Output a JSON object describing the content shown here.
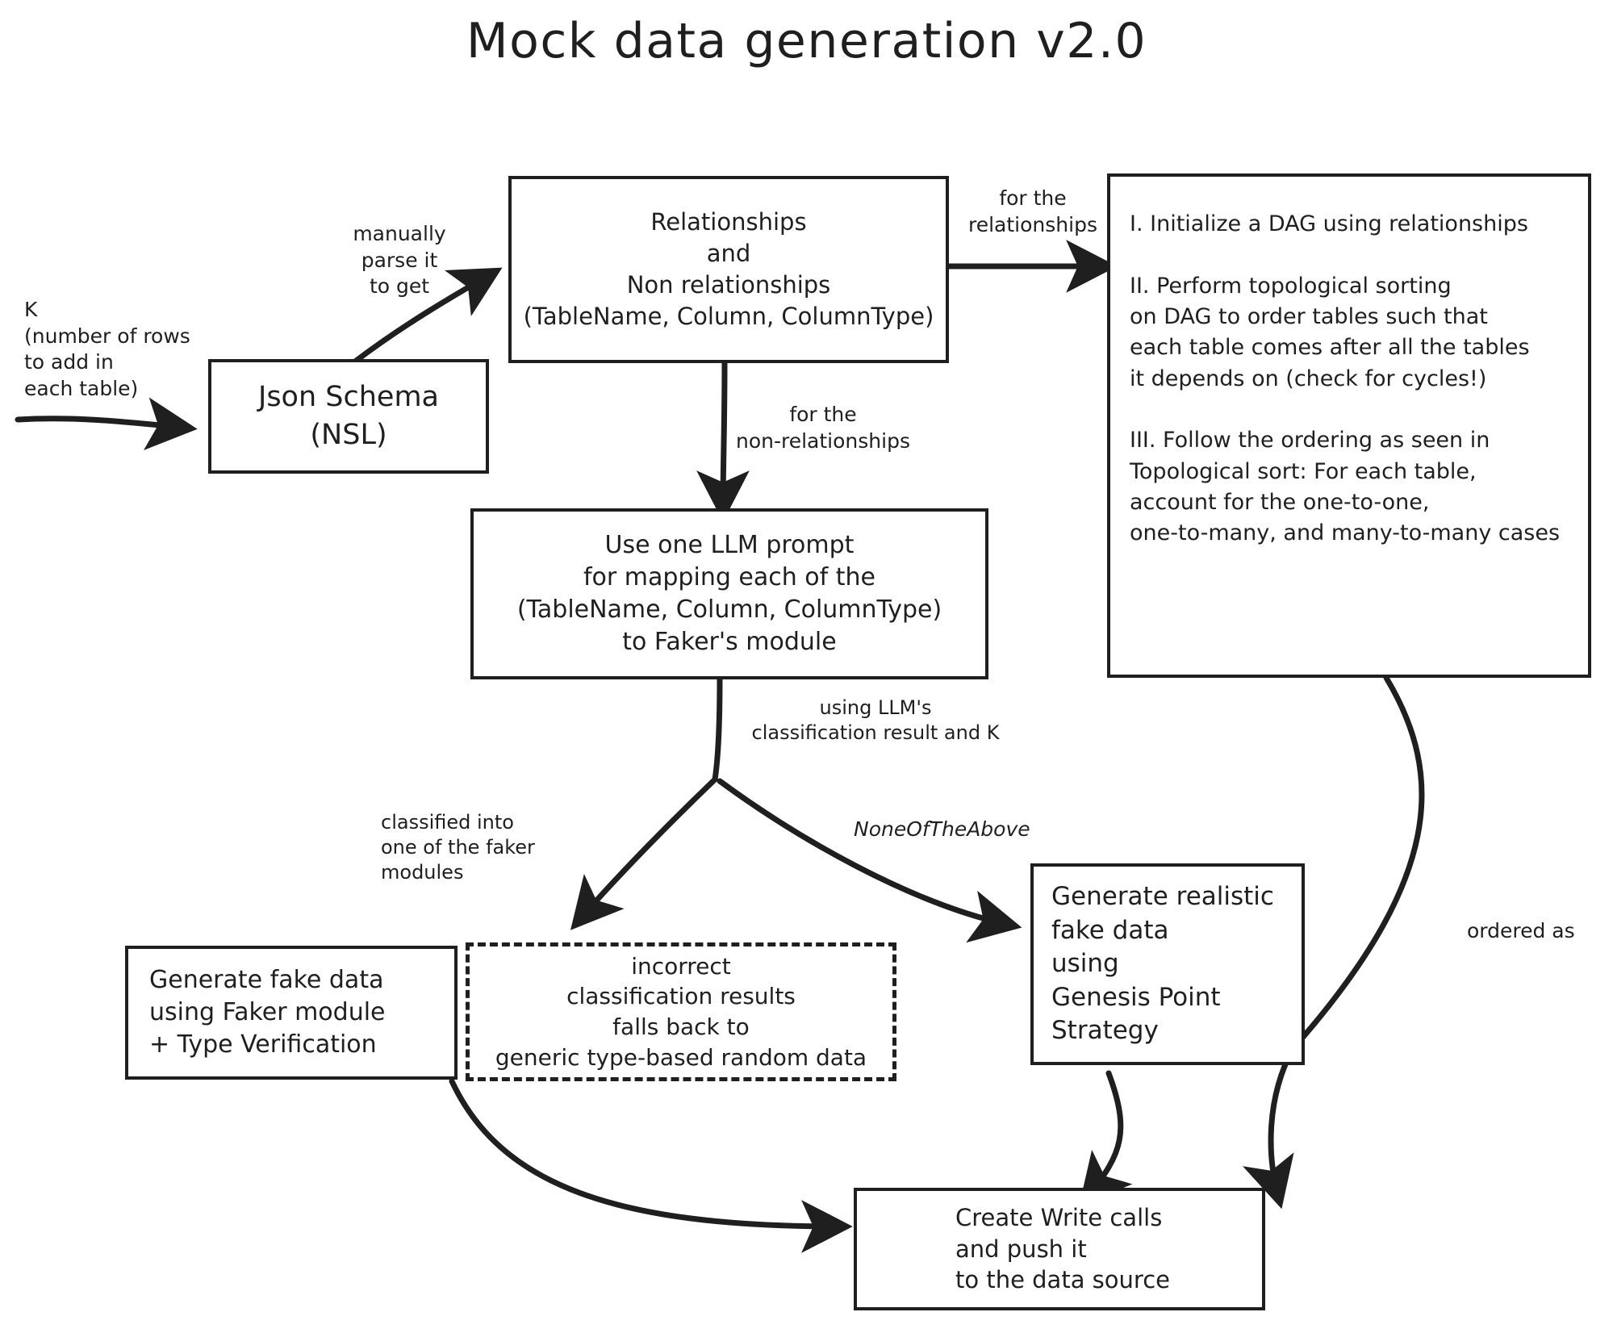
{
  "title": "Mock data generation v2.0",
  "colors": {
    "ink": "#1f1f1f",
    "paper": "#ffffff"
  },
  "nodes": {
    "json_schema": {
      "label": "Json Schema\n(NSL)"
    },
    "relationships": {
      "label": "Relationships\nand\nNon relationships\n(TableName, Column, ColumnType)"
    },
    "dag": {
      "label": "I. Initialize a DAG using relationships\n\nII. Perform topological sorting\non DAG to order tables such that\neach table comes after all the tables\nit depends on (check for cycles!)\n\nIII. Follow the ordering as seen in\nTopological sort: For each table,\naccount for the one-to-one,\none-to-many, and many-to-many cases"
    },
    "llm_prompt": {
      "label": "Use one LLM prompt\nfor mapping  each of the\n(TableName, Column, ColumnType)\nto Faker's module"
    },
    "faker_module": {
      "label": "Generate fake data\nusing Faker module\n+ Type Verification"
    },
    "fallback_note": {
      "label": "incorrect\nclassification results\nfalls back to\ngeneric type-based random data"
    },
    "genesis_point": {
      "label": "Generate realistic\nfake data\nusing\nGenesis Point\nStrategy"
    },
    "write_calls": {
      "label": "Create Write calls\nand push it\nto the data source"
    }
  },
  "annotations": {
    "k_input": "K\n(number of rows\nto add in\neach table)"
  },
  "edge_labels": {
    "manually_parse": "manually\nparse it\nto get",
    "for_relationships": "for the\nrelationships",
    "for_non_relationships": "for the\nnon-relationships",
    "using_llm_result": "using LLM's\nclassification result and K",
    "classified_into": "classified into\none of the faker modules",
    "none_of_the_above": "NoneOfTheAbove",
    "ordered_as": "ordered as"
  }
}
